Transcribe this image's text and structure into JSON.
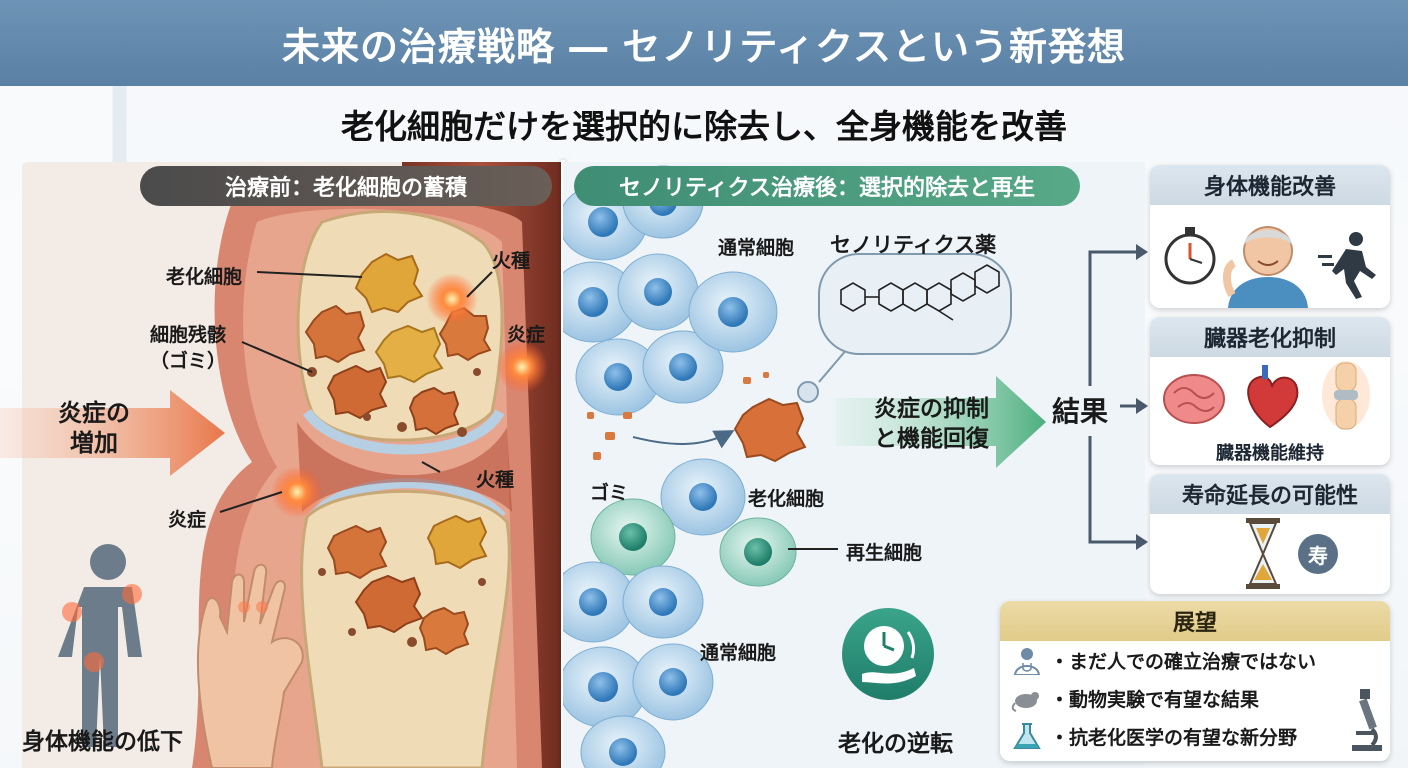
{
  "header": {
    "title": "未来の治療戦略 ― セノリティクスという新発想"
  },
  "subtitle": "老化細胞だけを選択的に除去し、全身機能を改善",
  "left_panel": {
    "tag": "治療前：老化細胞の蓄積",
    "labels": {
      "senescent_cell": "老化細胞",
      "debris": "細胞残骸\n（ゴミ）",
      "spark_top": "火種",
      "inflammation_top": "炎症",
      "spark_mid": "火種",
      "inflammation_mid": "炎症",
      "inflammation_increase": "炎症の\n増加",
      "function_decline": "身体機能の低下"
    }
  },
  "right_panel": {
    "tag": "セノリティクス治療後：選択的除去と再生",
    "labels": {
      "normal_cell_top": "通常細胞",
      "drug": "セノリティクス薬",
      "debris": "ゴミ",
      "senescent_cell": "老化細胞",
      "regen_cell": "再生細胞",
      "normal_cell_bottom": "通常細胞",
      "effect": "炎症の抑制\nと機能回復",
      "aging_reversal": "老化の逆転"
    }
  },
  "results": {
    "label": "結果",
    "cards": [
      {
        "title": "身体機能改善"
      },
      {
        "title": "臓器老化抑制",
        "caption": "臓器機能維持"
      },
      {
        "title": "寿命延長の可能性",
        "badge": "寿"
      }
    ]
  },
  "outlook": {
    "title": "展望",
    "items": [
      "・まだ人での確立治療ではない",
      "・動物実験で有望な結果",
      "・抗老化医学の有望な新分野"
    ]
  },
  "colors": {
    "header": "#5f86a8",
    "left_tag": "#4b4b4b",
    "right_tag": "#4a9a7c",
    "arrow_orange": "#e8774a",
    "arrow_green": "#4caf7e"
  }
}
